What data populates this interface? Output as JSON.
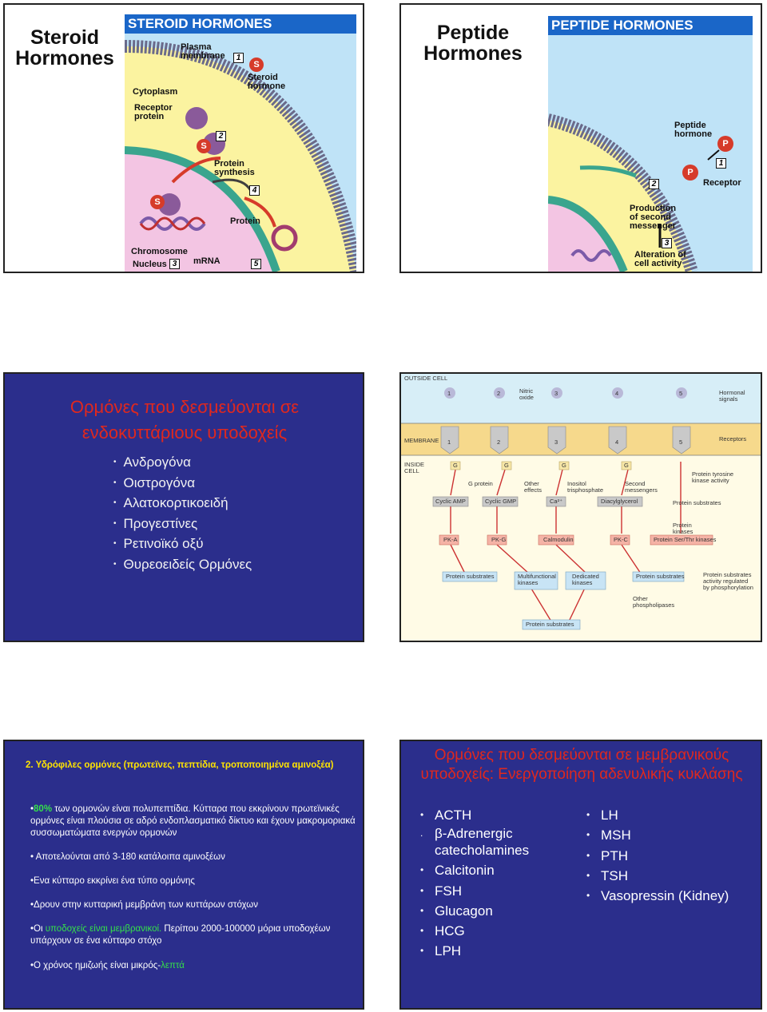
{
  "slide1": {
    "title_line1": "Steroid",
    "title_line2": "Hormones",
    "panel_title": "STEROID HORMONES",
    "labels": {
      "plasma_membrane_1": "Plasma",
      "plasma_membrane_2": "membrane",
      "steroid_hormone_1": "Steroid",
      "steroid_hormone_2": "hormone",
      "cytoplasm": "Cytoplasm",
      "receptor_protein_1": "Receptor",
      "receptor_protein_2": "protein",
      "protein_synthesis_1": "Protein",
      "protein_synthesis_2": "synthesis",
      "protein": "Protein",
      "chromosome": "Chromosome",
      "nucleus": "Nucleus",
      "mrna": "mRNA",
      "s": "S"
    },
    "steps": [
      "1",
      "2",
      "3",
      "4",
      "5"
    ]
  },
  "slide2": {
    "title_line1": "Peptide",
    "title_line2": "Hormones",
    "panel_title": "PEPTIDE HORMONES",
    "labels": {
      "peptide_hormone_1": "Peptide",
      "peptide_hormone_2": "hormone",
      "receptor": "Receptor",
      "production_1": "Production",
      "production_2": "of second",
      "production_3": "messenger",
      "alteration_1": "Alteration of",
      "alteration_2": "cell activity",
      "p": "P"
    },
    "steps": [
      "1",
      "2",
      "3"
    ]
  },
  "slide3": {
    "title_line1": "Ορμόνες που δεσμεύονται σε",
    "title_line2": "ενδοκυττάριους υποδοχείς",
    "items": [
      "Ανδρογόνα",
      "Οιστρογόνα",
      "Αλατοκορτικοειδή",
      "Προγεστίνες",
      "Ρετινοϊκό οξύ",
      "Θυρεοειδείς Ορμόνες"
    ]
  },
  "slide4": {
    "outside_cell": "OUTSIDE CELL",
    "membrane": "MEMBRANE",
    "inside_cell_1": "INSIDE",
    "inside_cell_2": "CELL",
    "hormonal_signals_1": "Hormonal",
    "hormonal_signals_2": "signals",
    "receptors": "Receptors",
    "numbers": [
      "1",
      "2",
      "3",
      "4",
      "5"
    ],
    "nitric_oxide_1": "Nitric",
    "nitric_oxide_2": "oxide",
    "g": "G",
    "g_protein": "G protein",
    "other_effects_1": "Other",
    "other_effects_2": "effects",
    "inositol_1": "Inositol",
    "inositol_2": "trisphosphate",
    "second_messengers_1": "Second",
    "second_messengers_2": "messengers",
    "tyrosine_1": "Protein tyrosine",
    "tyrosine_2": "kinase activity",
    "cyclic_amp": "Cyclic AMP",
    "cyclic_gmp": "Cyclic GMP",
    "ca": "Ca²⁺",
    "diacylglycerol": "Diacylglycerol",
    "protein_substrates": "Protein substrates",
    "protein_kinases_1": "Protein",
    "protein_kinases_2": "kinases",
    "pka": "PK-A",
    "pkg": "PK-G",
    "calmodulin": "Calmodulin",
    "pkc": "PK-C",
    "ser_thr": "Protein Ser/Thr kinases",
    "multifunctional_1": "Multifunctional",
    "multifunctional_2": "kinases",
    "dedicated_1": "Dedicated",
    "dedicated_2": "kinases",
    "other_phospholipases_1": "Other",
    "other_phospholipases_2": "phospholipases",
    "regulated_1": "Protein substrates",
    "regulated_2": "activity regulated",
    "regulated_3": "by phosphorylation"
  },
  "slide5": {
    "heading": "2. Υδρόφιλες ορμόνες (πρωτεϊνες, πεπτίδια, τροποποιημένα αμινοξέα)",
    "p1_highlight": "80%",
    "p1_rest": " των ορμονών είναι πολυπεπτίδια. Κύτταρα που εκκρίνουν πρωτεϊνικές ορμόνες είναι πλούσια σε αδρό ενδοπλασματικό δίκτυο και έχουν μακρομοριακά συσσωματώματα ενεργών ορμονών",
    "p2": "Αποτελούνται από 3-180 κατάλοιπα αμινοξέων",
    "p3": "Ενα κύτταρο εκκρίνει ένα τύπο ορμόνης",
    "p4": "Δρουν στην κυτταρική μεμβράνη των κυττάρων στόχων",
    "p5_lead": "Οι ",
    "p5_highlight": "υποδοχείς είναι μεμβρανικοί.",
    "p5_rest": " Περίπου 2000-100000 μόρια υποδοχέων υπάρχουν σε ένα κύτταρο στόχο",
    "p6_lead": "Ο χρόνος ημιζωής είναι μικρός-",
    "p6_highlight": "λεπτά"
  },
  "slide6": {
    "title": "Ορμόνες που δεσμεύονται σε μεμβρανικούς υποδοχείς: Ενεργοποίηση αδενυλικής κυκλάσης",
    "left": [
      "ACTH",
      "β-Adrenergic catecholamines",
      "Calcitonin",
      "FSH",
      "Glucagon",
      "HCG",
      "LPH"
    ],
    "right": [
      "LH",
      "MSH",
      "PTH",
      "TSH",
      "Vasopressin (Kidney)"
    ]
  },
  "colors": {
    "slide_blue": "#2b2e8c",
    "title_red": "#e0281e",
    "heading_yellow": "#ffe400",
    "highlight_green": "#35e04a",
    "panel_blue": "#1a66c8",
    "cytoplasm_yellow": "#fbf3a0",
    "extracellular_blue": "#bfe3f7",
    "nucleus_pink": "#f3c5e3"
  }
}
